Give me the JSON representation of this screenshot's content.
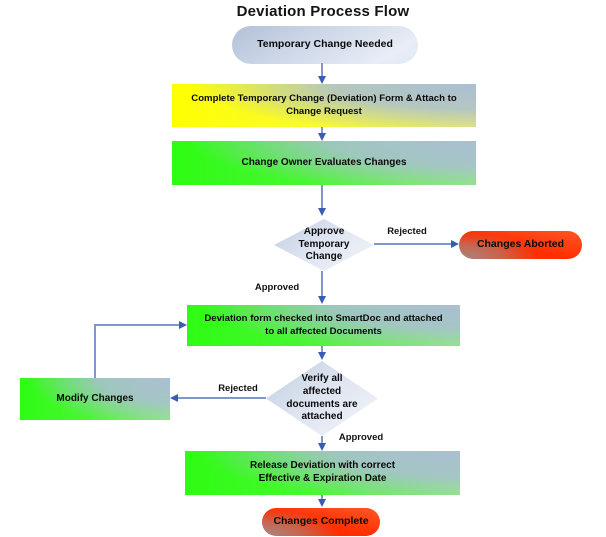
{
  "title": "Deviation Process Flow",
  "colors": {
    "process_green": "#2efc13",
    "form_yellow": "#ffff00",
    "terminator_red": "#ff3300",
    "neutral_steel": "#c4cfe1",
    "gradient_gray_blue": "#aabfd2",
    "arrow_line": "#7e98cd",
    "arrow_head": "#3a5cb5",
    "text": "#0a0a0a"
  },
  "nodes": {
    "start": {
      "label": "Temporary Change Needed"
    },
    "complete_form": {
      "label": "Complete Temporary Change (Deviation) Form & Attach to\nChange Request"
    },
    "evaluate": {
      "label": "Change Owner Evaluates Changes"
    },
    "approve_decision": {
      "label": "Approve\nTemporary\nChange"
    },
    "aborted": {
      "label": "Changes Aborted"
    },
    "checkin": {
      "label": "Deviation form checked into SmartDoc and attached\nto all affected Documents"
    },
    "verify_decision": {
      "label": "Verify all\naffected\ndocuments are\nattached"
    },
    "modify": {
      "label": "Modify Changes"
    },
    "release": {
      "label": "Release Deviation with correct\nEffective & Expiration Date"
    },
    "complete": {
      "label": "Changes Complete"
    }
  },
  "edge_labels": {
    "rejected1": "Rejected",
    "approved1": "Approved",
    "rejected2": "Rejected",
    "approved2": "Approved"
  }
}
